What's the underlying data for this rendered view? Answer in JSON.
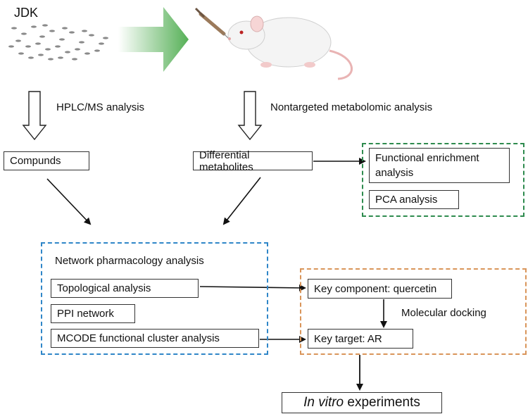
{
  "inputs": {
    "jdk_label": "JDK"
  },
  "steps": {
    "hplc": "HPLC/MS analysis",
    "nontargeted": "Nontargeted metabolomic analysis"
  },
  "boxes": {
    "compounds": "Compunds",
    "differential": "Differential metabolites",
    "functional_enrichment_line1": "Functional enrichment",
    "functional_enrichment_line2": "analysis",
    "pca": "PCA analysis"
  },
  "network": {
    "title": "Network pharmacology analysis",
    "topological": "Topological analysis",
    "ppi": "PPI network",
    "mcode": "MCODE functional cluster analysis"
  },
  "docking": {
    "key_component": "Key component: quercetin",
    "label": "Molecular docking",
    "key_target": "Key target: AR"
  },
  "final": {
    "italic_part": "In vitro",
    "rest": " experiments"
  },
  "colors": {
    "green_frame": "#2e8b4e",
    "blue_frame": "#2f86c8",
    "orange_frame": "#d9955a",
    "green_arrow": "#56b057"
  }
}
